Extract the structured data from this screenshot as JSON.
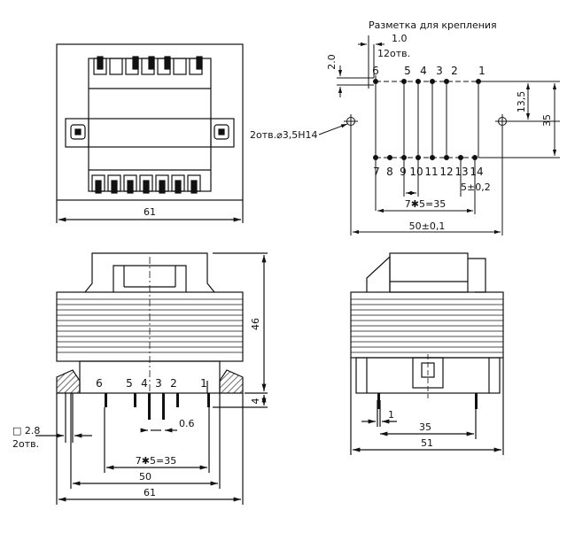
{
  "top_view": {
    "width_label": "61"
  },
  "mounting": {
    "title": "Разметка для крепления",
    "dim_1_0": "1.0",
    "holes_12": "12отв.",
    "dim_2_0": "2.0",
    "top_pins": [
      "6",
      "5",
      "4",
      "3",
      "2",
      "1"
    ],
    "bottom_pins": [
      "7",
      "8",
      "9",
      "10",
      "11",
      "12",
      "13",
      "14"
    ],
    "hole_note": "2отв.⌀3,5H14",
    "dim_13_5": "13,5",
    "dim_35": "35",
    "dim_5": "5±0,2",
    "dim_7x5": "7✱5=35",
    "dim_50": "50±0,1"
  },
  "front_view": {
    "height_46": "46",
    "height_4": "4",
    "pin_labels": [
      "6",
      "5",
      "4",
      "3",
      "2",
      "1"
    ],
    "pin_width": "0.6",
    "square_note": "□ 2.8",
    "holes_note": "2отв.",
    "dim_7x5": "7✱5=35",
    "dim_50": "50",
    "dim_61": "61"
  },
  "side_view": {
    "dim_1": "1",
    "dim_35": "35",
    "dim_51": "51"
  }
}
